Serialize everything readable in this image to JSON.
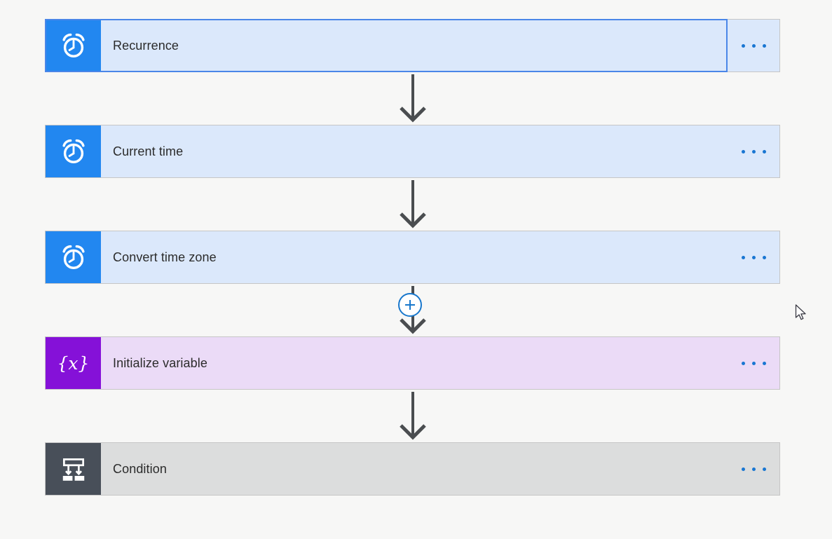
{
  "app": {
    "name": "Flow designer canvas"
  },
  "colors": {
    "page_bg": "#f7f7f6",
    "card_border": "#c6c6c6",
    "selection_border": "#4a86e8",
    "datetime_icon_bg": "#2287f0",
    "datetime_card_bg": "#dbe8fb",
    "variable_icon_bg": "#8511d8",
    "variable_card_bg": "#ebdbf7",
    "condition_icon_bg": "#484f59",
    "condition_card_bg": "#dcdddd",
    "menu_dots": "#1976d2",
    "arrow": "#4a4d50",
    "insert_button_accent": "#1877cc",
    "title_text": "#2b2b2b"
  },
  "steps": [
    {
      "label": "Recurrence",
      "icon": "alarm-clock-icon",
      "selected": true,
      "menu_icon": "ellipsis-icon"
    },
    {
      "label": "Current time",
      "icon": "alarm-clock-icon",
      "selected": false,
      "menu_icon": "ellipsis-icon"
    },
    {
      "label": "Convert time zone",
      "icon": "alarm-clock-icon",
      "selected": false,
      "menu_icon": "ellipsis-icon"
    },
    {
      "label": "Initialize variable",
      "icon": "variable-icon",
      "icon_text": "{x}",
      "selected": false,
      "menu_icon": "ellipsis-icon"
    },
    {
      "label": "Condition",
      "icon": "condition-icon",
      "selected": false,
      "menu_icon": "ellipsis-icon"
    }
  ],
  "insert_button": {
    "symbol": "+"
  }
}
